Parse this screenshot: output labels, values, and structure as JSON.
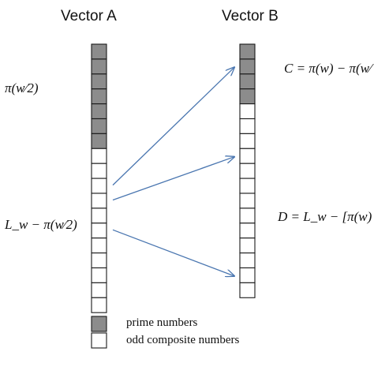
{
  "vector_a": {
    "title": "Vector A",
    "cells": [
      "prime",
      "prime",
      "prime",
      "prime",
      "prime",
      "prime",
      "prime",
      "composite",
      "composite",
      "composite",
      "composite",
      "composite",
      "composite",
      "composite",
      "composite",
      "composite",
      "composite",
      "composite"
    ],
    "formula_top": "π(w⁄2)",
    "formula_bottom": "L_w − π(w⁄2)"
  },
  "vector_b": {
    "title": "Vector B",
    "cells": [
      "prime",
      "prime",
      "prime",
      "prime",
      "composite",
      "composite",
      "composite",
      "composite",
      "composite",
      "composite",
      "composite",
      "composite",
      "composite",
      "composite",
      "composite",
      "composite",
      "composite"
    ],
    "formula_top": "C = π(w) − π(w⁄",
    "formula_bottom": "D = L_w − [π(w) −"
  },
  "arrows": [
    {
      "from_cell": 9,
      "to_cell": 1
    },
    {
      "from_cell": 10,
      "to_cell": 7
    },
    {
      "from_cell": 12,
      "to_cell": 15
    }
  ],
  "legend": {
    "items": [
      {
        "type": "prime",
        "label": "prime numbers"
      },
      {
        "type": "composite",
        "label": "odd composite numbers"
      }
    ]
  },
  "colors": {
    "prime_fill": "#8c8c8c",
    "composite_fill": "#ffffff",
    "cell_stroke": "#1a1a1a",
    "arrow": "#4a76b0"
  }
}
